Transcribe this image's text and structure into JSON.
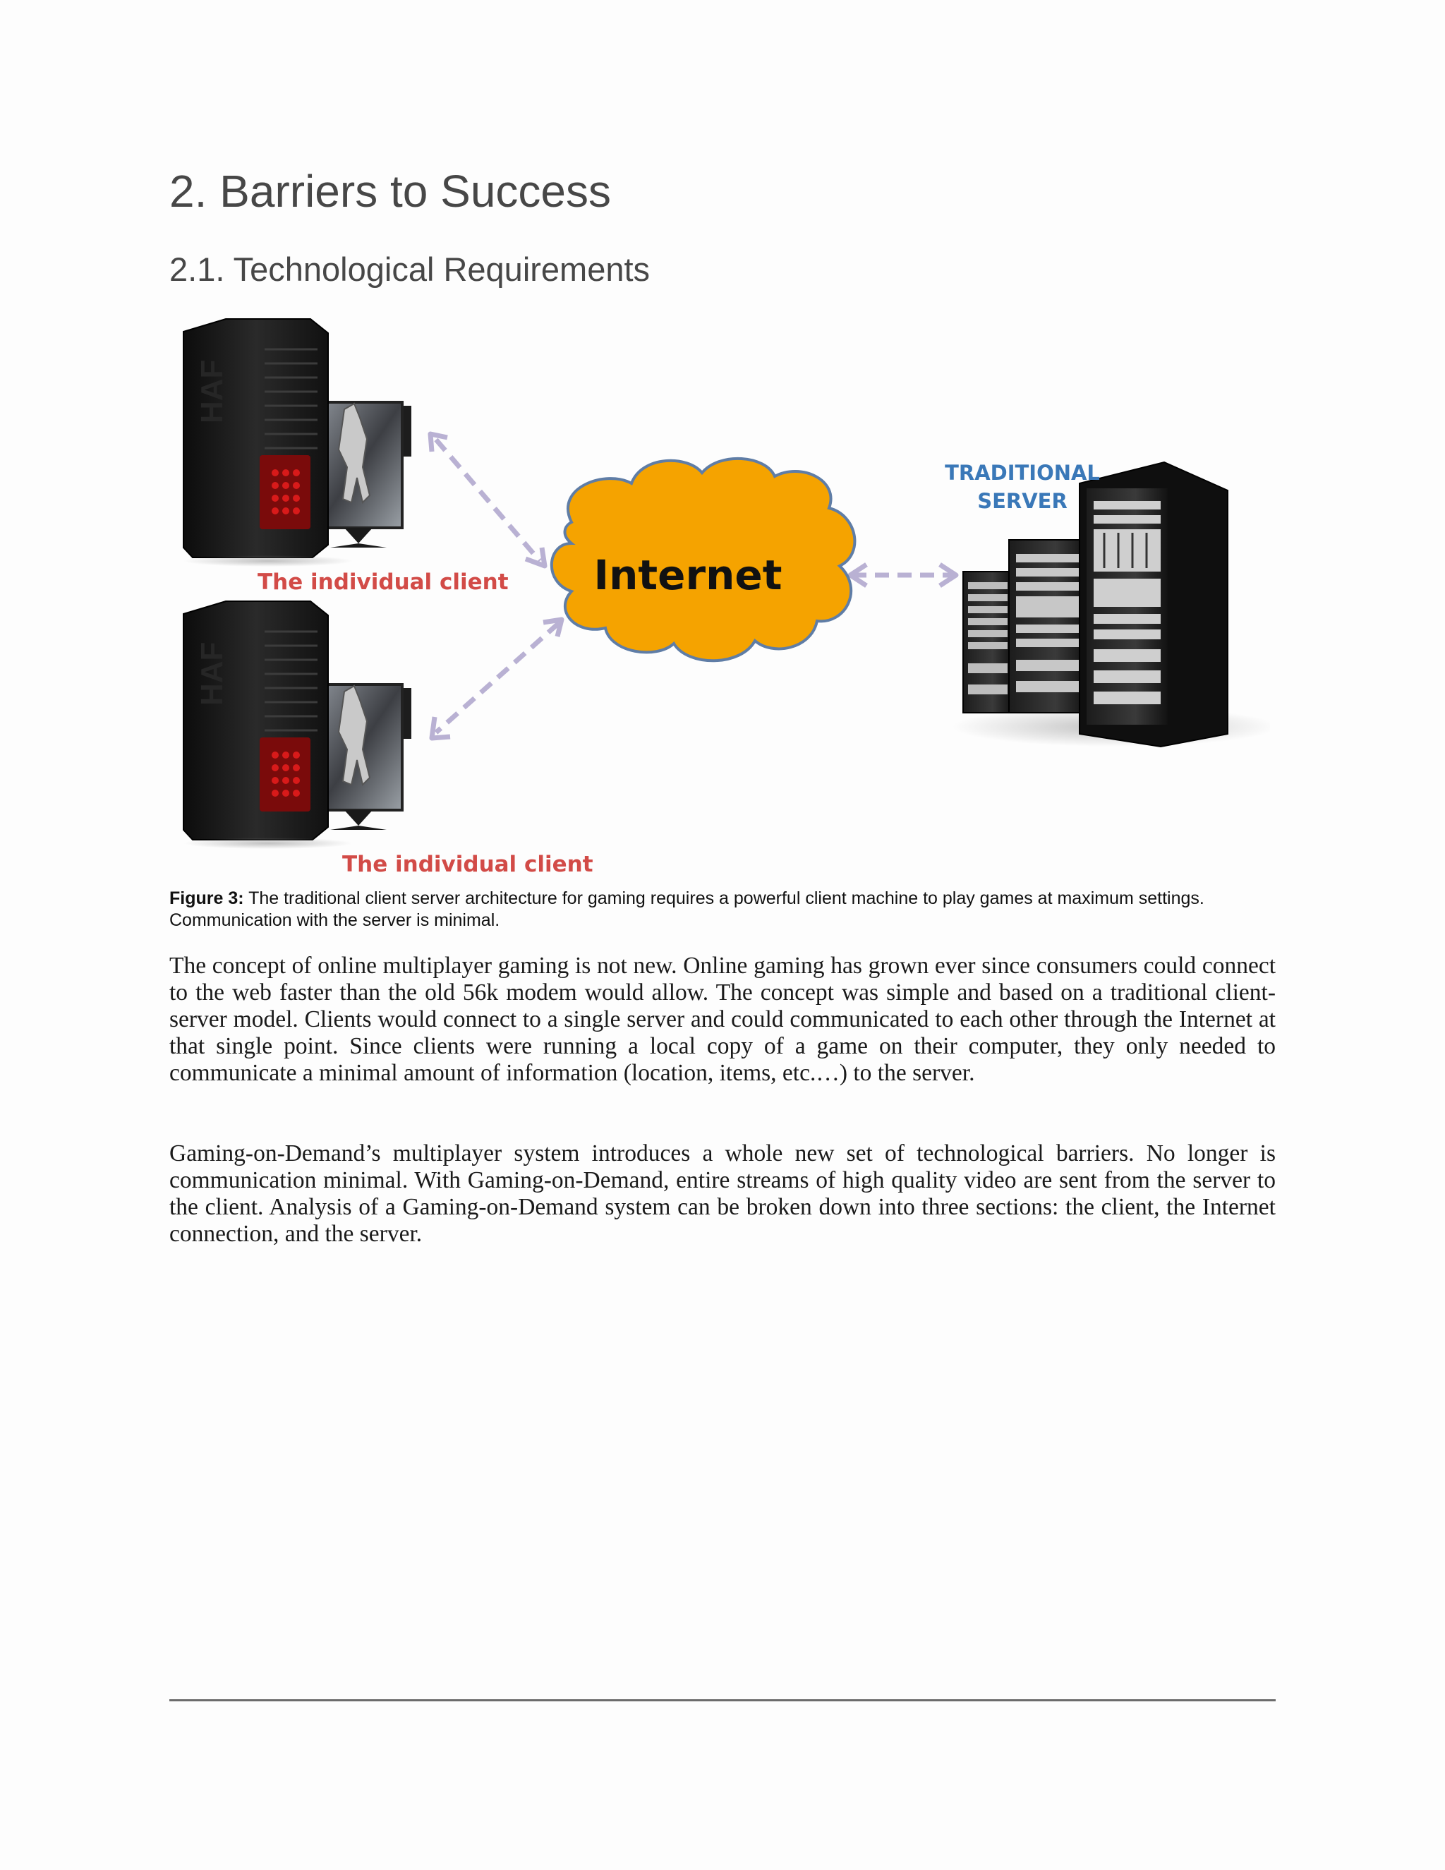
{
  "section": {
    "title": "2. Barriers to Success",
    "subtitle": "2.1. Technological Requirements"
  },
  "figure": {
    "client_label_top": "The individual client",
    "client_label_bottom": "The individual client",
    "cloud_label": "Internet",
    "server_label_line1": "TRADITIONAL",
    "server_label_line2": "SERVER",
    "colors": {
      "cloud_fill": "#f5a300",
      "cloud_stroke": "#5f7da6",
      "arrow": "#b9b1d3",
      "client_label": "#d24b47",
      "server_label": "#3a78b8"
    }
  },
  "caption": {
    "label": "Figure 3:",
    "text": " The traditional client server architecture for gaming requires a powerful client machine to play games at maximum settings. Communication with the server is minimal."
  },
  "paragraphs": [
    "The concept of online multiplayer gaming is not new.  Online gaming has grown ever since consumers could connect to the web faster than the old 56k modem would allow.  The concept was simple and based on a traditional client-server model. Clients would connect to a single server and could communicated to each other through the Internet at that single point. Since clients were running a local copy of a game on their computer, they only needed to communicate a minimal amount of information (location, items, etc.…) to the server.",
    "Gaming-on-Demand’s multiplayer system introduces a whole new set of technological barriers.  No longer is communication minimal. With Gaming-on-Demand, entire streams of high quality video are sent from the server to the client.  Analysis of a Gaming-on-Demand system can be broken down into three sections: the client, the Internet connection, and the server."
  ]
}
